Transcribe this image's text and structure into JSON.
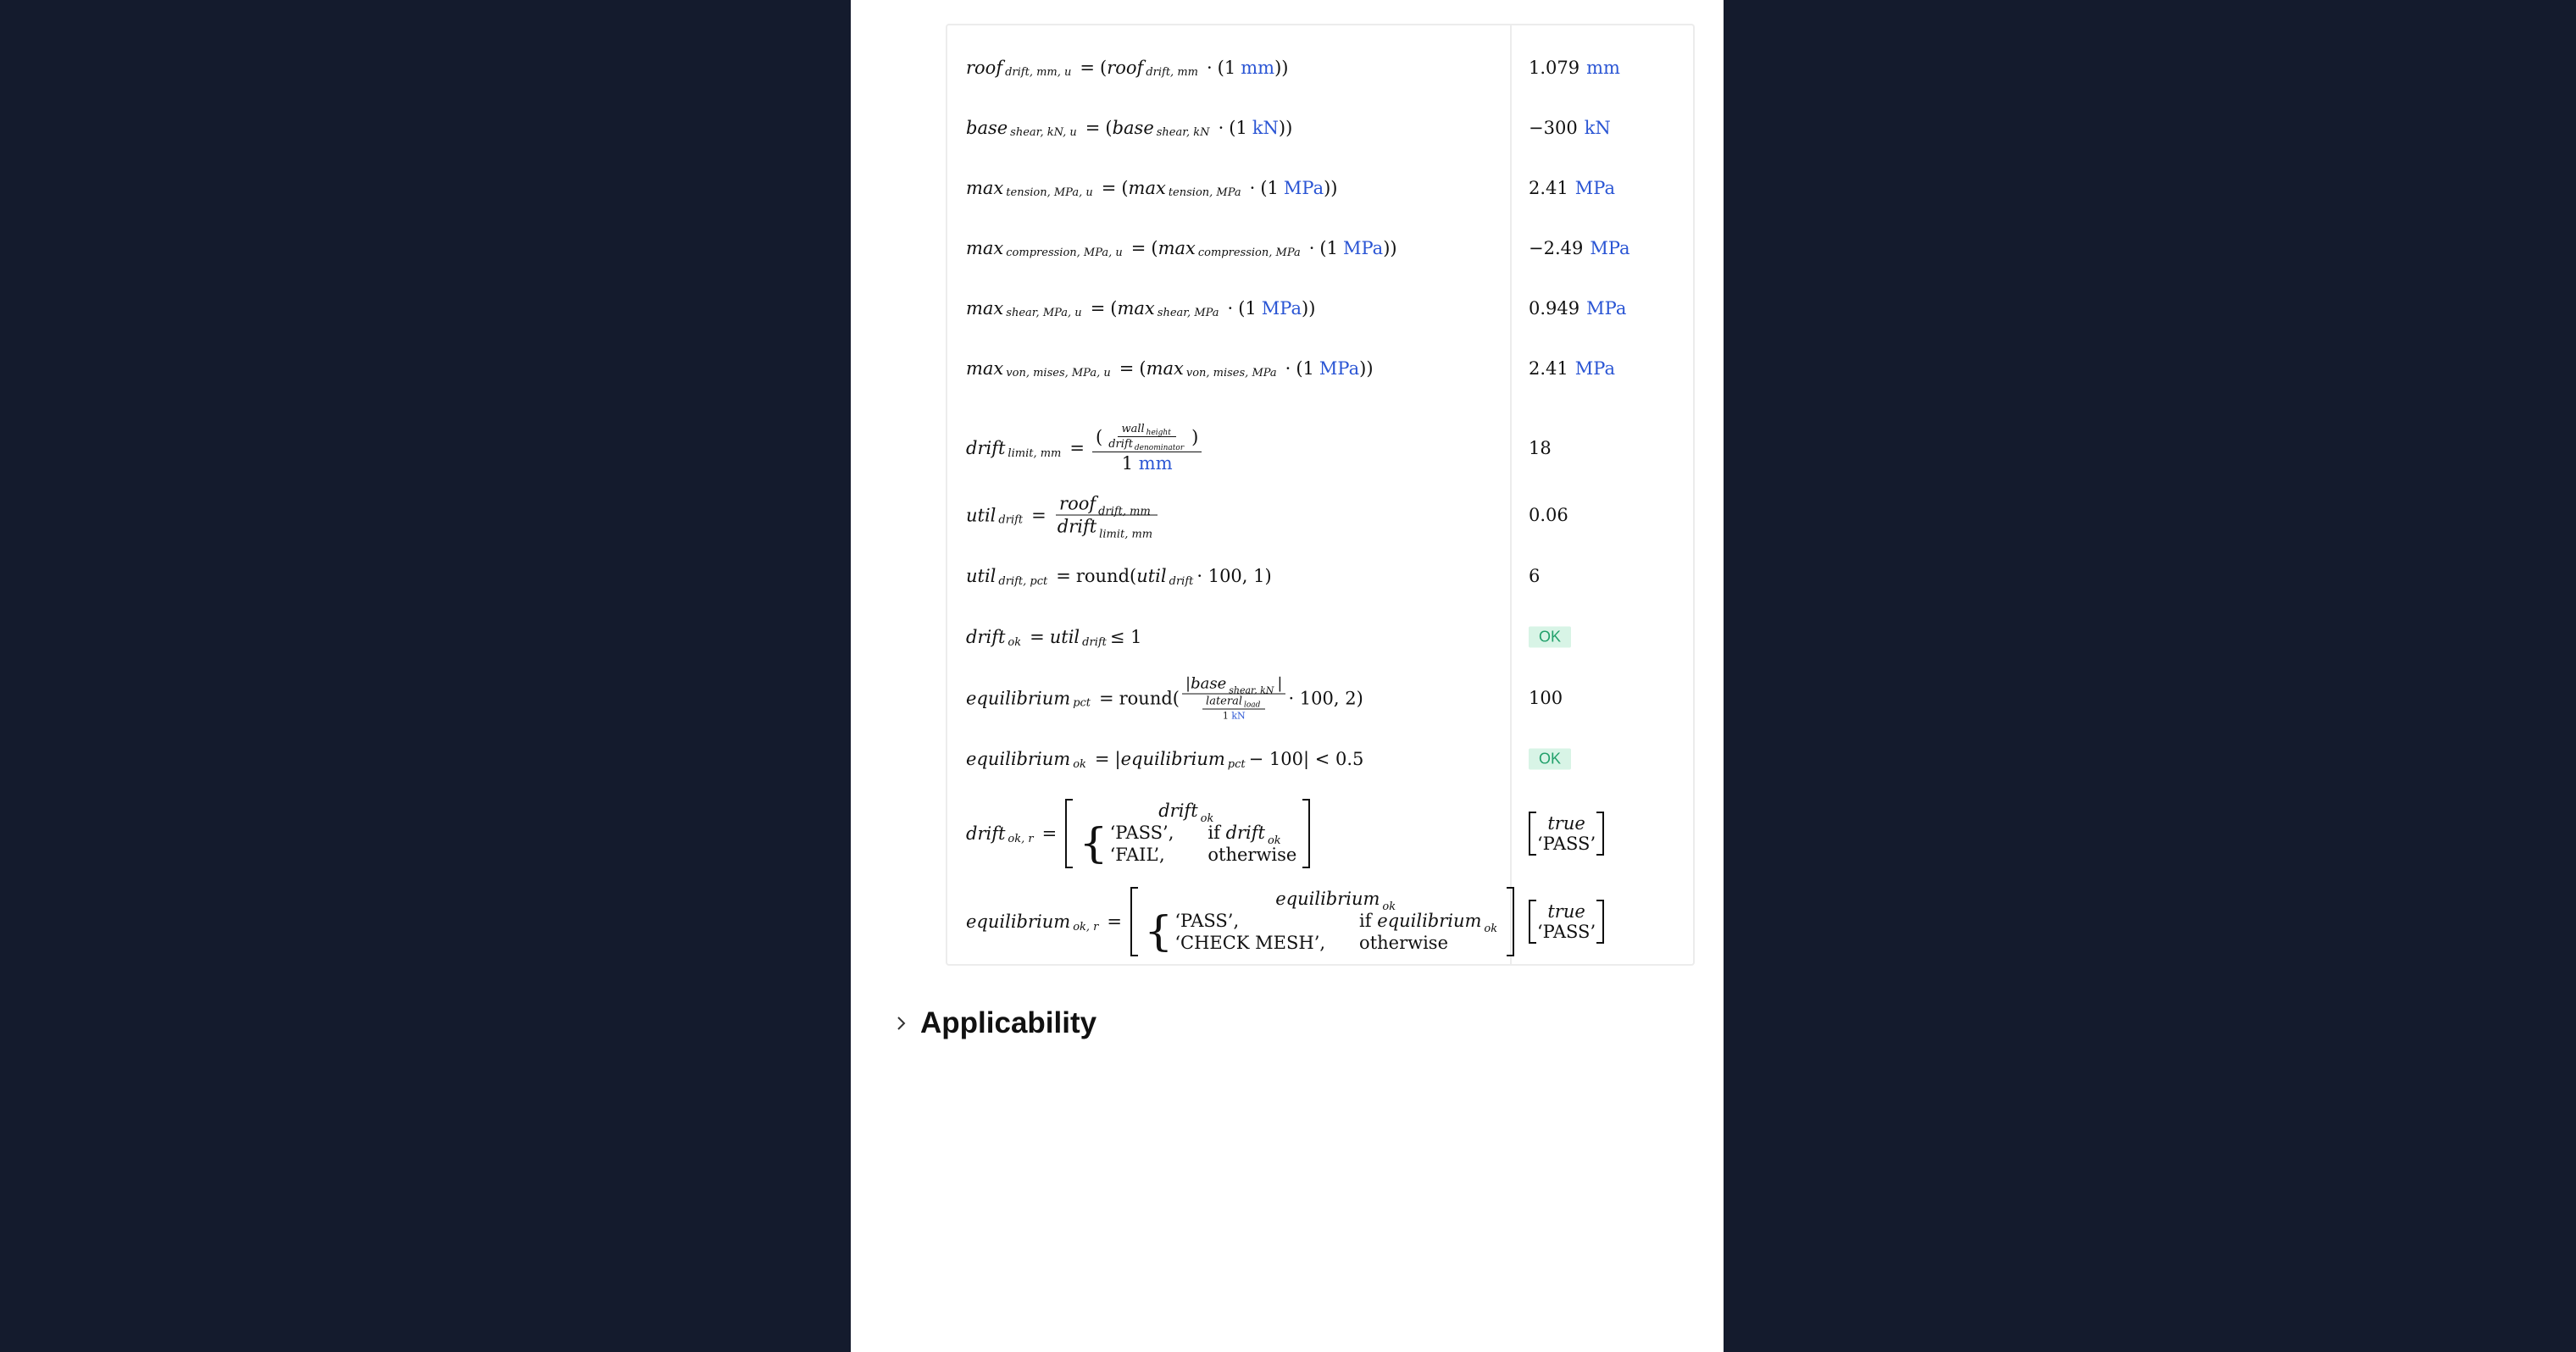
{
  "rows": [
    {
      "lhs": "roof",
      "lhs_sub": "drift, mm, u",
      "a": "roof",
      "a_sub": "drift, mm",
      "unit": "mm",
      "result": "1.079",
      "result_unit": "mm"
    },
    {
      "lhs": "base",
      "lhs_sub": "shear, kN, u",
      "a": "base",
      "a_sub": "shear, kN",
      "unit": "kN",
      "result": "−300",
      "result_unit": "kN"
    },
    {
      "lhs": "max",
      "lhs_sub": "tension, MPa, u",
      "a": "max",
      "a_sub": "tension, MPa",
      "unit": "MPa",
      "result": "2.41",
      "result_unit": "MPa"
    },
    {
      "lhs": "max",
      "lhs_sub": "compression, MPa, u",
      "a": "max",
      "a_sub": "compression, MPa",
      "unit": "MPa",
      "result": "−2.49",
      "result_unit": "MPa"
    },
    {
      "lhs": "max",
      "lhs_sub": "shear, MPa, u",
      "a": "max",
      "a_sub": "shear, MPa",
      "unit": "MPa",
      "result": "0.949",
      "result_unit": "MPa"
    },
    {
      "lhs": "max",
      "lhs_sub": "von, mises, MPa, u",
      "a": "max",
      "a_sub": "von, mises, MPa",
      "unit": "MPa",
      "result": "2.41",
      "result_unit": "MPa"
    }
  ],
  "drift_limit": {
    "lhs": "drift",
    "lhs_sub": "limit, mm",
    "num_a": "wall",
    "num_a_sub": "height",
    "num_b": "drift",
    "num_b_sub": "denominator",
    "den_one": "1",
    "den_unit": "mm",
    "result": "18"
  },
  "util_drift": {
    "lhs": "util",
    "lhs_sub": "drift",
    "num": "roof",
    "num_sub": "drift, mm",
    "den": "drift",
    "den_sub": "limit, mm",
    "result": "0.06"
  },
  "util_drift_pct": {
    "lhs": "util",
    "lhs_sub": "drift, pct",
    "fn": "round(",
    "arg": "util",
    "arg_sub": "drift",
    "tail": "· 100,  1)",
    "result": "6"
  },
  "drift_ok": {
    "lhs": "drift",
    "lhs_sub": "ok",
    "rhs": "util",
    "rhs_sub": "drift",
    "tail": "≤ 1",
    "result": "OK"
  },
  "equilibrium_pct": {
    "lhs": "equilibrium",
    "lhs_sub": "pct",
    "fn": "round(",
    "num": "base",
    "num_sub": "shear, kN",
    "den": "lateral",
    "den_sub": "load",
    "den_one": "1",
    "den_unit": "kN",
    "tail": "· 100,  2)",
    "result": "100"
  },
  "equilibrium_ok": {
    "lhs": "equilibrium",
    "lhs_sub": "ok",
    "rhs": "equilibrium",
    "rhs_sub": "pct",
    "tail": "− 100| < 0.5",
    "result": "OK"
  },
  "drift_ok_r": {
    "lhs": "drift",
    "lhs_sub": "ok, r",
    "head": "drift",
    "head_sub": "ok",
    "case1": "‘PASS’,",
    "cond1": "if",
    "cond1_var": "drift",
    "cond1_sub": "ok",
    "case2": "‘FAIL’,",
    "cond2": "otherwise",
    "result_top": "true",
    "result_bottom": "‘PASS’"
  },
  "equilibrium_ok_r": {
    "lhs": "equilibrium",
    "lhs_sub": "ok, r",
    "head": "equilibrium",
    "head_sub": "ok",
    "case1": "‘PASS’,",
    "cond1": "if",
    "cond1_var": "equilibrium",
    "cond1_sub": "ok",
    "case2": "‘CHECK MESH’,",
    "cond2": "otherwise",
    "result_top": "true",
    "result_bottom": "‘PASS’"
  },
  "section": {
    "title": "Applicability",
    "icon": "chevron-right-icon"
  },
  "colors": {
    "background": "#141b2d",
    "unit": "#2a55d4",
    "ok_bg": "#d8f4e6",
    "ok_text": "#22a06b"
  }
}
